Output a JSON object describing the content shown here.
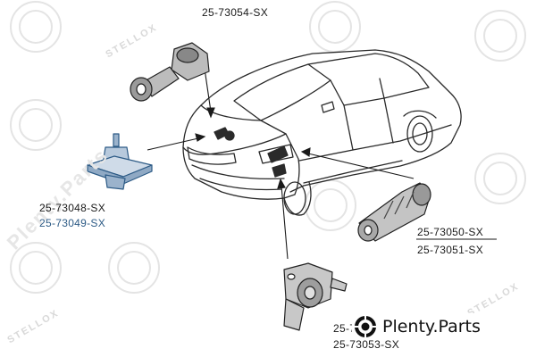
{
  "parts": {
    "top": "25-73054-SX",
    "left_a": "25-73048-SX",
    "left_b": "25-73049-SX",
    "right_a": "25-73050-SX",
    "right_b": "25-73051-SX",
    "bottom_a": "25-73052-SX",
    "bottom_b": "25-73053-SX"
  },
  "watermarks": {
    "maker": "STELLOX",
    "site": "Plenty.Parts"
  },
  "brand": {
    "name": "Plenty.Parts",
    "icon": "gear-icon"
  },
  "colors": {
    "blue_label": "#2d5b86",
    "watermark": "#d9d9d9"
  }
}
